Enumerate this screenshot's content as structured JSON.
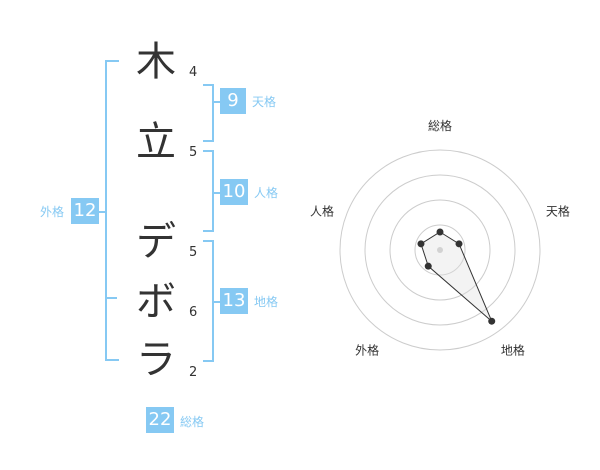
{
  "name_chars": [
    {
      "char": "木",
      "strokes": "4"
    },
    {
      "char": "立",
      "strokes": "5"
    },
    {
      "char": "デ",
      "strokes": "5"
    },
    {
      "char": "ボ",
      "strokes": "6"
    },
    {
      "char": "ラ",
      "strokes": "2"
    }
  ],
  "fortune": {
    "tenkaku": {
      "value": "9",
      "label": "天格"
    },
    "jinkaku": {
      "value": "10",
      "label": "人格"
    },
    "chikaku": {
      "value": "13",
      "label": "地格"
    },
    "gaikaku": {
      "value": "12",
      "label": "外格"
    },
    "soukaku": {
      "value": "22",
      "label": "総格"
    }
  },
  "colors": {
    "accent": "#86c9f3",
    "text": "#333333",
    "ring": "#cccccc"
  },
  "chart_data": {
    "type": "radar",
    "axes": [
      "総格",
      "天格",
      "地格",
      "外格",
      "人格"
    ],
    "values": [
      0.18,
      0.2,
      0.88,
      0.2,
      0.2
    ],
    "range": [
      0,
      1
    ],
    "rings": 4
  }
}
